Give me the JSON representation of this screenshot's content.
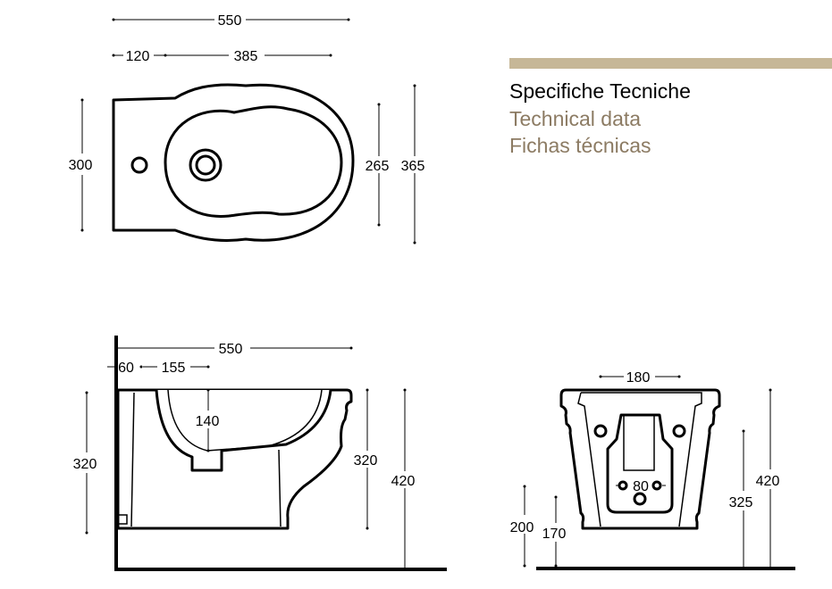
{
  "title_block": {
    "band_color": "#c6b797",
    "heading_it": "Specifiche Tecniche",
    "heading_en": "Technical data",
    "heading_es": "Fichas técnicas",
    "secondary_color": "#8c7b63"
  },
  "top_view": {
    "overall_length": "550",
    "rear_offset": "120",
    "bowl_length": "385",
    "width_rear": "300",
    "bowl_width": "265",
    "overall_width": "365"
  },
  "side_view": {
    "overall_length": "550",
    "wall_offset": "60",
    "drain_distance": "155",
    "bowl_depth": "140",
    "height_left": "320",
    "height_body": "320",
    "rim_height": "420"
  },
  "front_view": {
    "fixing_spacing": "180",
    "bolt_spacing": "80",
    "waste_height_a": "200",
    "waste_height_b": "170",
    "supply_height": "325",
    "rim_height": "420"
  }
}
